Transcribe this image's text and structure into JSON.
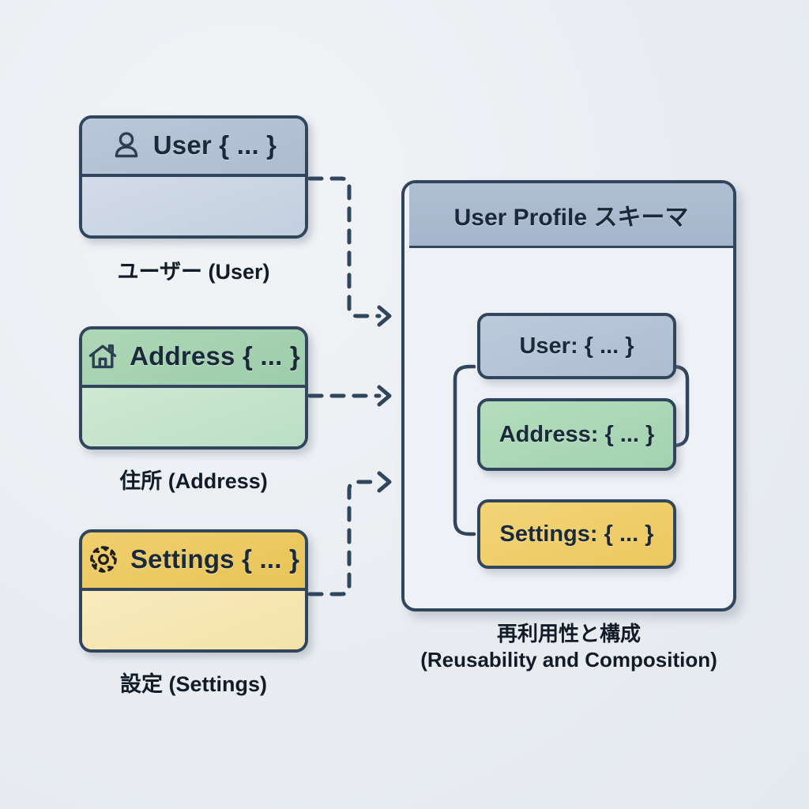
{
  "background_color": "#eef1f4",
  "stroke_color": "#31455c",
  "text_color": "#1b2a3a",
  "components": [
    {
      "title": "User { ... }",
      "icon": "person-icon",
      "caption": "ユーザー (User)",
      "color": "#b3c2d6",
      "body_color": "#ccd6e4"
    },
    {
      "title": "Address { ... }",
      "icon": "house-icon",
      "caption": "住所 (Address)",
      "color": "#a8d4b0",
      "body_color": "#c8e3ce"
    },
    {
      "title": "Settings { ... }",
      "icon": "gear-icon",
      "caption": "設定 (Settings)",
      "color": "#ecc860",
      "body_color": "#f6e6b8"
    }
  ],
  "schema": {
    "header_title": "User Profile スキーマ",
    "fields": [
      {
        "label": "User: { ... }",
        "color": "#b3c2d6"
      },
      {
        "label": "Address: { ... }",
        "color": "#a8d4b0"
      },
      {
        "label": "Settings: { ... }",
        "color": "#ecc860"
      }
    ],
    "caption_line1": "再利用性と構成",
    "caption_line2": "(Reusability and Composition)"
  },
  "connectors": {
    "count": 3,
    "style": "dashed-arrow",
    "color": "#31455c"
  }
}
